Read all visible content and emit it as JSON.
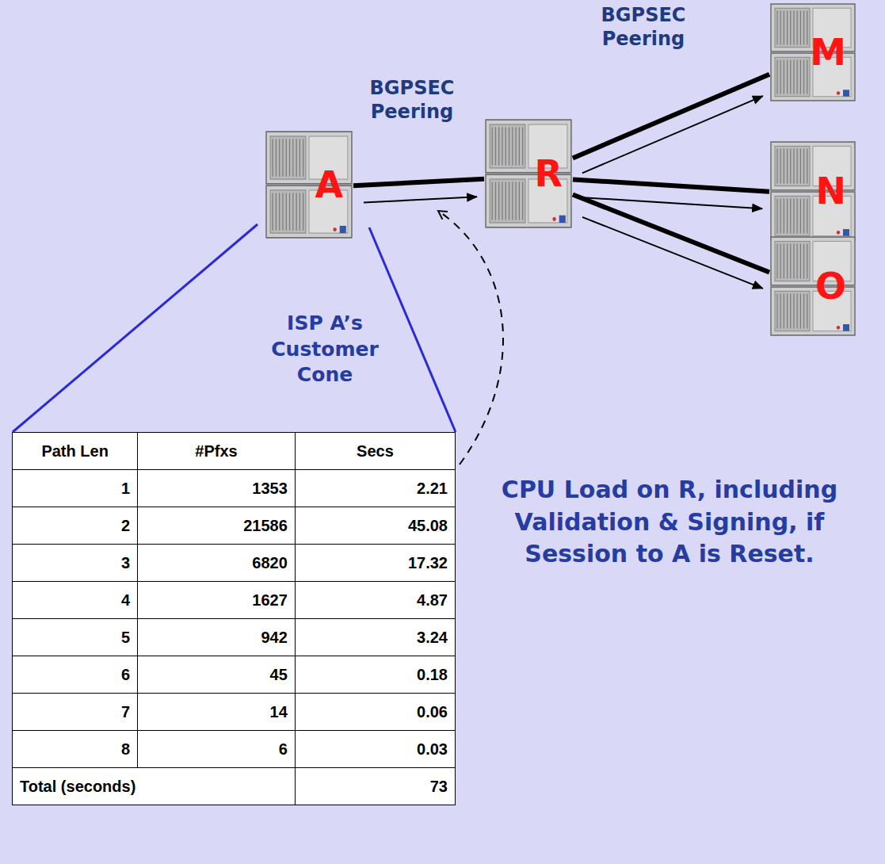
{
  "diagram": {
    "nodes": [
      {
        "text": [
          "A"
        ]
      },
      {
        "text": [
          "R"
        ]
      },
      {
        "text": [
          "M"
        ]
      },
      {
        "text": [
          "N"
        ]
      },
      {
        "text": [
          "O"
        ]
      }
    ],
    "edges": [
      {
        "from": 0,
        "to": 1,
        "arrow": "none",
        "label": "BGPSEC Peering"
      },
      {
        "from": 0,
        "to": 1,
        "arrow": "to"
      },
      {
        "from": 1,
        "to": 2,
        "arrow": "none",
        "label": "BGPSEC Peering"
      },
      {
        "from": 1,
        "to": 3,
        "arrow": "none"
      },
      {
        "from": 1,
        "to": 4,
        "arrow": "none"
      },
      {
        "from": 1,
        "to": 2,
        "arrow": "to"
      },
      {
        "from": 1,
        "to": 3,
        "arrow": "to"
      },
      {
        "from": 1,
        "to": 4,
        "arrow": "to"
      }
    ],
    "labels": [
      "ISP A’s Customer Cone",
      "Path Len",
      "#Pfxs",
      "Secs",
      "1",
      "1353",
      "2.21",
      "2",
      "21586",
      "45.08",
      "3",
      "6820",
      "17.32",
      "4",
      "1627",
      "4.87",
      "5",
      "942",
      "3.24",
      "6",
      "45",
      "0.18",
      "7",
      "14",
      "0.06",
      "8",
      "6",
      "0.03",
      "Total (seconds)",
      "73",
      "CPU Load on R, including Validation & Signing, if Session to A is Reset."
    ]
  }
}
